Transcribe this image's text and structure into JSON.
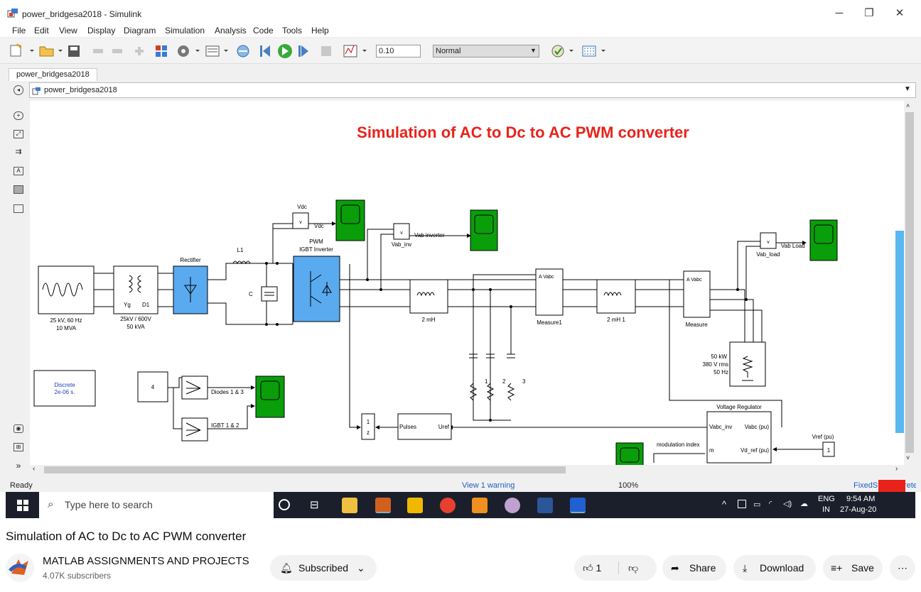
{
  "window": {
    "title": "power_bridgesa2018 - Simulink",
    "minimize": "─",
    "restore": "❐",
    "close": "✕"
  },
  "menu": [
    "File",
    "Edit",
    "View",
    "Display",
    "Diagram",
    "Simulation",
    "Analysis",
    "Code",
    "Tools",
    "Help"
  ],
  "toolbar": {
    "stop_time": "0.10",
    "sim_mode": "Normal"
  },
  "tab": {
    "label": "power_bridgesa2018"
  },
  "address": {
    "label": "power_bridgesa2018"
  },
  "diagram": {
    "title": "Simulation of AC to Dc to AC PWM converter",
    "source_label1": "25 kV, 60 Hz",
    "source_label2": "10 MVA",
    "xfmr_label1": "25kV / 600V",
    "xfmr_label2": "50 kVA",
    "xfmr_yg": "Yg",
    "xfmr_d1": "D1",
    "rectifier": "Rectifier",
    "l1": "L1",
    "c": "C",
    "vdc_block": "Vdc",
    "vdc_signal": "Vdc",
    "pwm1": "PWM",
    "pwm2": "IGBT Inverter",
    "vab_inv_block": "Vab_inv",
    "vab_inv_signal": "Vab inverter",
    "inductor_2mh": "2 mH",
    "measure1": "Measure1",
    "inductor_2mh1": "2 mH 1",
    "measure": "Measure",
    "vab_load_block": "Vab_load",
    "vab_load_signal": "Vab Load",
    "load1": "50 kW",
    "load2": "380 V rms",
    "load3": "50 Hz",
    "cap_1": "1",
    "cap_2": "2",
    "cap_3": "3",
    "discrete1": "Discrete",
    "discrete2": "2e-06 s.",
    "const4": "4",
    "diodes": "Diodes 1 & 3",
    "igbt": "IGBT 1 & 2",
    "pulses": "Pulses",
    "uref": "Uref",
    "delay1": "1",
    "delay2": "z",
    "vreg_title": "Voltage Regulator",
    "vreg_vabc_inv": "Vabc_inv",
    "vreg_vabc_pu": "Vabc (pu)",
    "vreg_m": "m",
    "vreg_vdref": "Vd_ref (pu)",
    "mod_index": "modulation index",
    "vref_label": "Vref (pu)",
    "vref_value": "1"
  },
  "status": {
    "ready": "Ready",
    "warning": "View 1 warning",
    "zoom": "100%",
    "solver": "FixedStepDiscrete"
  },
  "taskbar": {
    "search_placeholder": "Type here to search",
    "lang1": "ENG",
    "lang2": "IN",
    "time": "9:54 AM",
    "date": "27-Aug-20"
  },
  "video": {
    "title": "Simulation of AC to Dc to AC PWM converter",
    "channel": "MATLAB ASSIGNMENTS AND PROJECTS",
    "subscribers": "4.07K subscribers",
    "subscribed": "Subscribed",
    "likes": "1",
    "share": "Share",
    "download": "Download",
    "save": "Save"
  },
  "colors": {
    "scope_green": "#0a9e0a",
    "block_blue": "#5aaaf0",
    "title_red": "#e8231a"
  }
}
